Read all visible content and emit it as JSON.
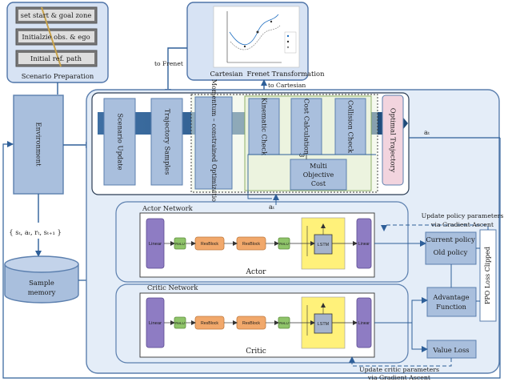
{
  "scenario": {
    "steps": [
      "set start & goal zone",
      "Initialzie obs. & ego",
      "Initial ref. path"
    ],
    "caption": "Scenario Preparation"
  },
  "transform": {
    "cartesian": "Cartesian",
    "frenet": "Frenet Transformation",
    "to_frenet": "to Frenet",
    "to_cartesian": "to Cartesian"
  },
  "environment": {
    "label": "Environment"
  },
  "tuple": "{ sₜ, aₜ, rₜ, sₜ₊₁ }",
  "memory": {
    "line1": "Sample",
    "line2": "memory"
  },
  "pipeline": {
    "scenario_update": "Scenario Update",
    "trajectory_samples": "Trajectory Samples",
    "optimization": "Momentum – constrained Optimization",
    "kinematic": "Kinematic Check",
    "cost": "Cost Calculation",
    "collision": "Collision Check",
    "multi_objective": [
      "Multi",
      "Objective",
      "Cost"
    ],
    "optimal": "Optimal Trajectory"
  },
  "symbols": {
    "a_t": "aₜ",
    "w": "ω"
  },
  "actor": {
    "network_label": "Actor Network",
    "title": "Actor",
    "linear_in": "Linear",
    "relu": "ReLU",
    "resblock": "ResBlock",
    "lstm": "LSTM",
    "linear_out": "Linear"
  },
  "critic": {
    "network_label": "Critic Network",
    "title": "Critic",
    "linear_in": "Linear",
    "relu": "ReLU",
    "resblock": "ResBlock",
    "lstm": "LSTM",
    "linear_out": "Linear"
  },
  "ppo": {
    "current_policy": "Current policy",
    "old_policy": "Old policy",
    "advantage_line1": "Advantage",
    "advantage_line2": "Function",
    "value_loss": "Value Loss",
    "clip": "PPO Loss Clipped",
    "update_policy_line1": "Update policy parameters",
    "update_policy_line2": "via Gradient Ascent",
    "update_critic_line1": "Update critic parameters",
    "update_critic_line2": "via Gradient Ascent"
  },
  "colors": {
    "panel": "#e3ecf7",
    "panel_stroke": "#5b7fae",
    "arrow_blue": "#2e5f99",
    "chevron": "#2c5a8c",
    "purple": "#8e7cc3",
    "green": "#8fc46a",
    "orange": "#f1a86b",
    "yellow": "#fff17a",
    "lstm": "#a5b3cc",
    "pink": "#f2d4de",
    "green_frame": "#ecf3df"
  }
}
